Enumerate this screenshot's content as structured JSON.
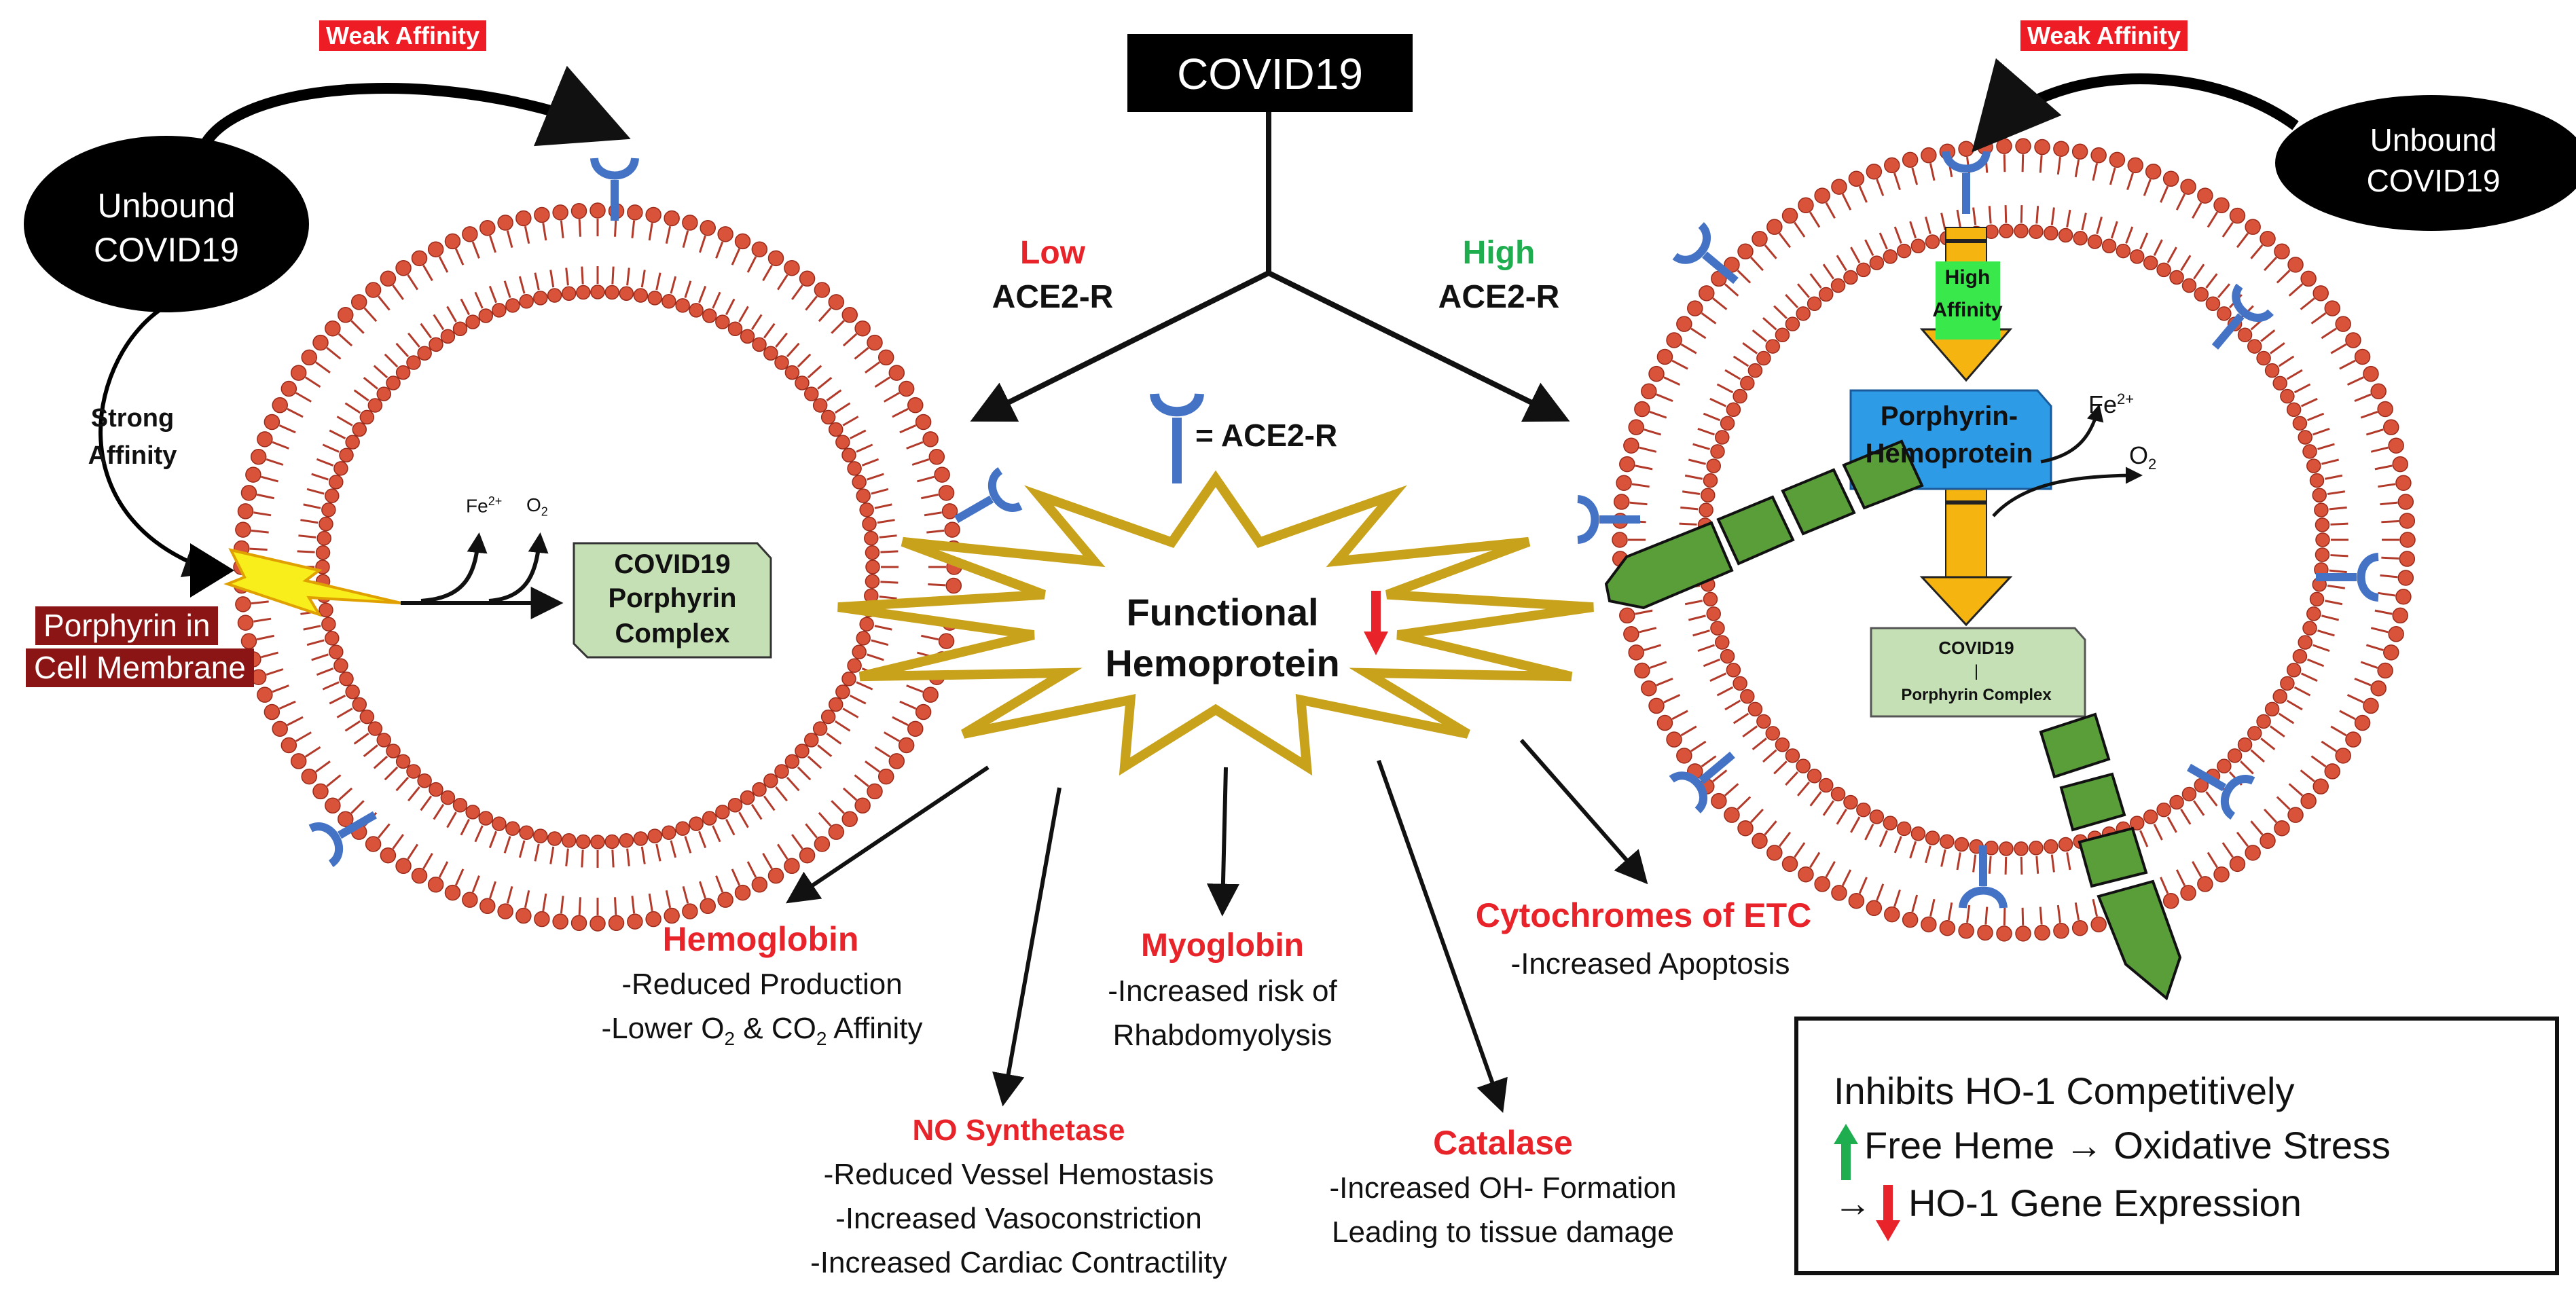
{
  "title": "COVID19",
  "low_label": "Low",
  "high_label": "High",
  "ace2_label": "ACE2-R",
  "legend_ace2": "= ACE2-R",
  "left": {
    "weak_affinity": "Weak Affinity",
    "unbound_line1": "Unbound",
    "unbound_line2": "COVID19",
    "strong_line1": "Strong",
    "strong_line2": "Affinity",
    "porphyrin_line1": "Porphyrin in",
    "porphyrin_line2": "Cell Membrane",
    "fe": "Fe",
    "fe_sup": "2+",
    "o": "O",
    "o_sub": "2",
    "complex_line1": "COVID19",
    "complex_line2": "Porphyrin",
    "complex_line3": "Complex"
  },
  "right": {
    "weak_affinity": "Weak Affinity",
    "unbound_line1": "Unbound",
    "unbound_line2": "COVID19",
    "high_affinity_line1": "High",
    "high_affinity_line2": "Affinity",
    "hemo_line1": "Porphyrin-",
    "hemo_line2": "Hemoprotein",
    "fe": "Fe",
    "fe_sup": "2+",
    "o": "O",
    "o_sub": "2",
    "complex_line1": "COVID19",
    "complex_line2": "|",
    "complex_line3": "Porphyrin Complex"
  },
  "center": {
    "line1": "Functional",
    "line2": "Hemoprotein"
  },
  "effects": {
    "hemoglobin": {
      "title": "Hemoglobin",
      "line1": "-Reduced Production",
      "line2_a": "-Lower O",
      "line2_sub1": "2",
      "line2_b": " & CO",
      "line2_sub2": "2",
      "line2_c": " Affinity"
    },
    "myoglobin": {
      "title": "Myoglobin",
      "line1": "-Increased risk of",
      "line2": "Rhabdomyolysis"
    },
    "cytochromes": {
      "title": "Cytochromes of ETC",
      "line1": "-Increased Apoptosis"
    },
    "no_synthetase": {
      "title": "NO Synthetase",
      "line1": "-Reduced Vessel Hemostasis",
      "line2": "-Increased Vasoconstriction",
      "line3": "-Increased Cardiac Contractility"
    },
    "catalase": {
      "title": "Catalase",
      "line1": "-Increased OH- Formation",
      "line2": "Leading to tissue damage"
    }
  },
  "ho1": {
    "line1": "Inhibits HO-1 Competitively",
    "line2": "Free Heme → Oxidative Stress",
    "line3_prefix": "→",
    "line3": "HO-1 Gene Expression"
  },
  "colors": {
    "membrane_head": "#d9533b",
    "membrane_tail": "#b23a2a",
    "receptor": "#4472c4",
    "complex_fill": "#c5e0b4",
    "hemo_fill": "#2e9be6",
    "arrow_gold": "#f5b40f",
    "virus_green": "#5a9e3a",
    "star_outline": "#c8a21a",
    "weak_red": "#ee1c24",
    "porphyrin_box": "#8b1414"
  }
}
